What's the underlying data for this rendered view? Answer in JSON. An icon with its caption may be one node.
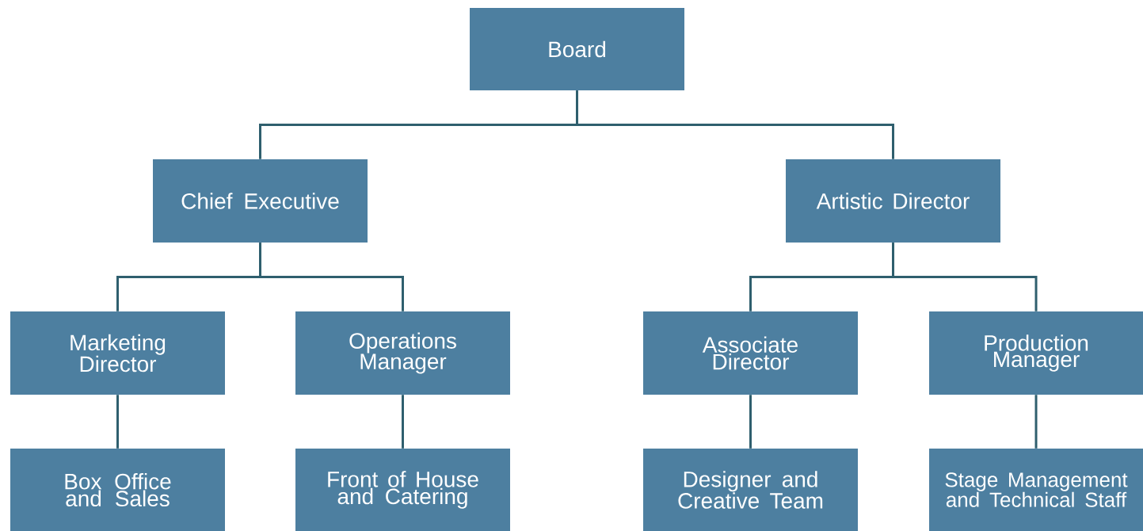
{
  "diagram": {
    "nodes": [
      {
        "text": [
          "Board"
        ]
      },
      {
        "text": [
          "Chief Executive"
        ]
      },
      {
        "text": [
          "Artistic Director"
        ]
      },
      {
        "text": [
          "Marketing Director"
        ]
      },
      {
        "text": [
          "Operations Manager"
        ]
      },
      {
        "text": [
          "Associate Director"
        ]
      },
      {
        "text": [
          "Production Manager"
        ]
      },
      {
        "text": [
          "Box Office and Sales"
        ]
      },
      {
        "text": [
          "Front of House and Catering"
        ]
      },
      {
        "text": [
          "Designer and Creative Team"
        ]
      },
      {
        "text": [
          "Stage Management and Technical Staff"
        ]
      }
    ],
    "edges": [
      {
        "from": 0,
        "to": 1,
        "arrow": "none"
      },
      {
        "from": 0,
        "to": 2,
        "arrow": "none"
      },
      {
        "from": 1,
        "to": 3,
        "arrow": "none"
      },
      {
        "from": 1,
        "to": 4,
        "arrow": "none"
      },
      {
        "from": 2,
        "to": 5,
        "arrow": "none"
      },
      {
        "from": 2,
        "to": 6,
        "arrow": "none"
      },
      {
        "from": 3,
        "to": 7,
        "arrow": "none"
      },
      {
        "from": 4,
        "to": 8,
        "arrow": "none"
      },
      {
        "from": 5,
        "to": 9,
        "arrow": "none"
      },
      {
        "from": 6,
        "to": 10,
        "arrow": "none"
      }
    ]
  }
}
